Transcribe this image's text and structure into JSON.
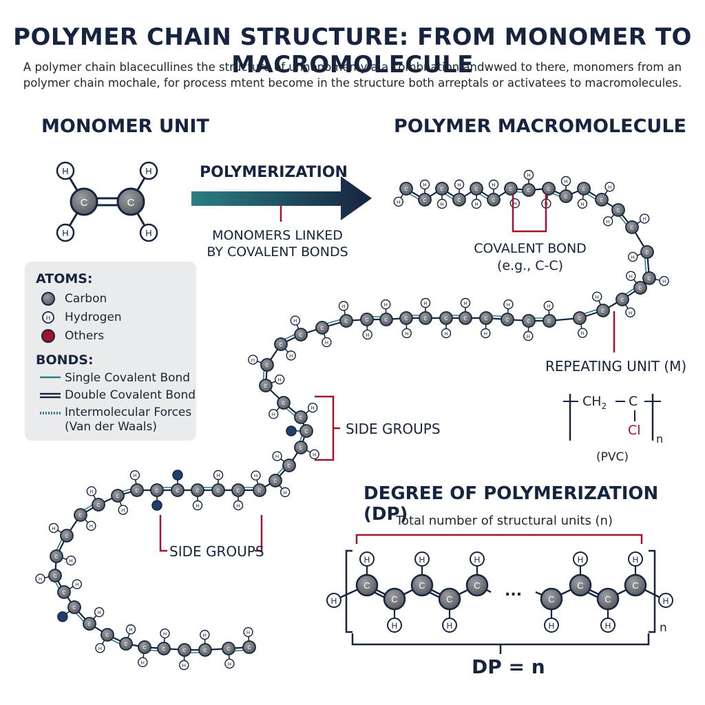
{
  "header": {
    "title": "POLYMER CHAIN STRUCTURE: FROM MONOMER TO MACROMOLECULE",
    "subtitle_line1": "A polymer chain blacecullines the structure of unnonomemy a a combnation andwwed to there, monomers from an",
    "subtitle_line2": "polymer chain mochale, for process mtent become in the structure both arreptals or activatees to macromolecules."
  },
  "monomer": {
    "title": "MONOMER UNIT",
    "atoms": {
      "carbon": "C",
      "hydrogen": "H"
    }
  },
  "process": {
    "arrow_label": "POLYMERIZATION",
    "note_line1": "MONOMERS LINKED",
    "note_line2": "BY COVALENT BONDS"
  },
  "macromolecule": {
    "title": "POLYMER MACROMOLECULE",
    "covalent_bond_line1": "COVALENT BOND",
    "covalent_bond_line2": "(e.g., C-C)",
    "repeating_unit_label": "REPEATING UNIT (M)",
    "repeating_unit_formula": {
      "ch2": "CH",
      "ch2_sub": "2",
      "c": "C",
      "cl": "Cl",
      "n": "n"
    },
    "repeating_unit_name": "(PVC)",
    "side_groups_1": "SIDE GROUPS",
    "side_groups_2": "SIDE GROUPS"
  },
  "legend": {
    "atoms_heading": "ATOMS:",
    "atoms": [
      {
        "label": "Carbon",
        "color": "#6b6e73"
      },
      {
        "label": "Hydrogen",
        "color": "#ffffff"
      },
      {
        "label": "Others",
        "color": "#a3132c"
      }
    ],
    "bonds_heading": "BONDS:",
    "bonds": [
      {
        "label": "Single Covalent Bond"
      },
      {
        "label": "Double Covalent Bond"
      },
      {
        "label": "Intermolecular Forces"
      },
      {
        "label": "(Van der Waals)"
      }
    ]
  },
  "dp": {
    "title": "DEGREE OF POLYMERIZATION (DP)",
    "subtitle": "Total number of structural units (n)",
    "ellipsis": "...",
    "n": "n",
    "formula": "DP = n"
  },
  "colors": {
    "navy": "#16243f",
    "crimson": "#a3132c",
    "carbon": "#6b6e73",
    "teal": "#2a7e84"
  }
}
